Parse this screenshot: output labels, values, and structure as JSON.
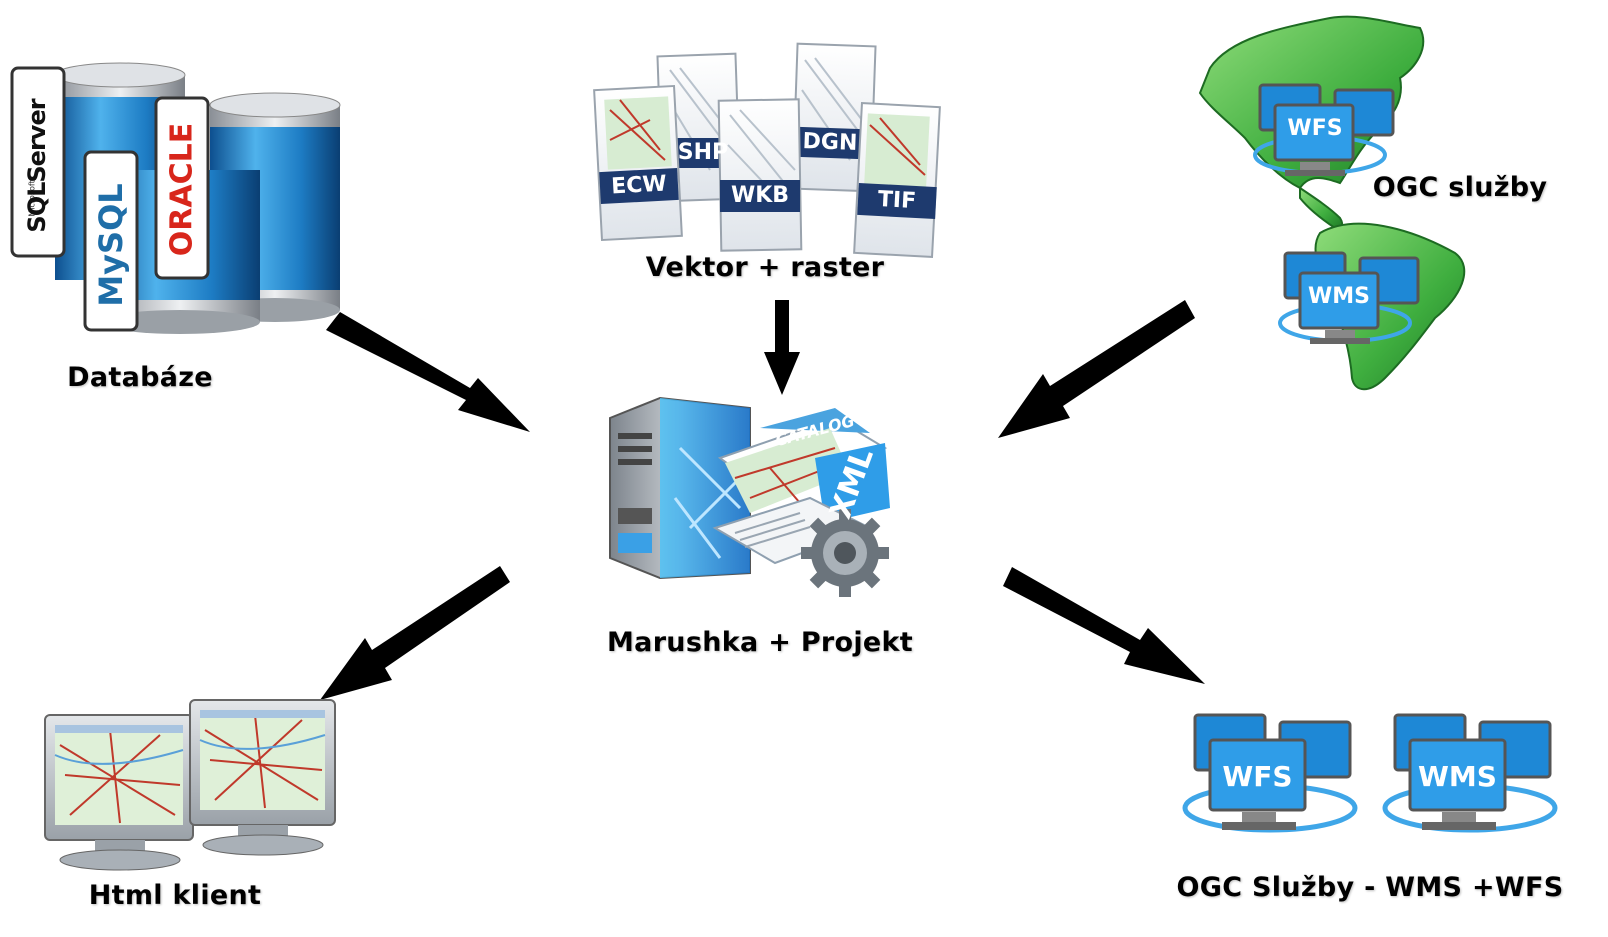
{
  "diagram": {
    "center": {
      "caption": "Marushka + Projekt",
      "catalog_label": "CATALOG",
      "xml_label": "XML"
    },
    "databases": {
      "caption": "Databáze",
      "sqlserver_small": "Microsoft",
      "sqlserver_label": "SQLServer",
      "mysql_label": "MySQL",
      "oracle_label": "ORACLE"
    },
    "files": {
      "caption": "Vektor + raster",
      "formats": [
        "ECW",
        "SHP",
        "WKB",
        "DGN",
        "TIF"
      ]
    },
    "ogc_in": {
      "caption": "OGC služby",
      "service_a": "WFS",
      "service_b": "WMS"
    },
    "html_client": {
      "caption": "Html klient"
    },
    "ogc_out": {
      "caption": "OGC Služby - WMS +WFS",
      "service_a": "WFS",
      "service_b": "WMS"
    }
  },
  "colors": {
    "arrow": "#000000",
    "db_blue": "#2b7fc9",
    "file_band": "#1e3a6e",
    "map_green": "#3fae3f",
    "monitor_screen": "#1e88d6",
    "oracle_red": "#d8261b"
  }
}
